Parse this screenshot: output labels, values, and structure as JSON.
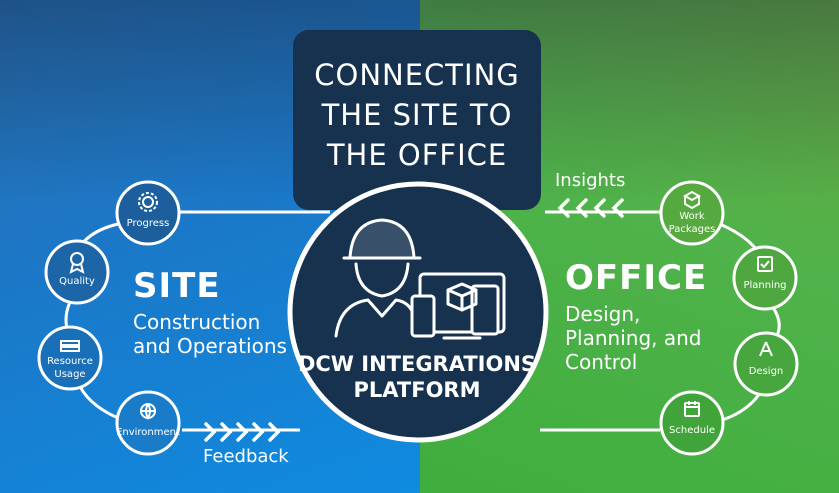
{
  "title": {
    "line1": "CONNECTING",
    "line2": "THE SITE TO",
    "line3": "THE OFFICE"
  },
  "site": {
    "heading": "SITE",
    "sub_line1": "Construction",
    "sub_line2": "and Operations",
    "nodes": [
      {
        "label1": "Progress",
        "label2": "",
        "icon": "gear-icon"
      },
      {
        "label1": "Quality",
        "label2": "",
        "icon": "award-ribbon-icon"
      },
      {
        "label1": "Resource",
        "label2": "Usage",
        "icon": "stacked-resources-icon"
      },
      {
        "label1": "Environment",
        "label2": "",
        "icon": "globe-icon"
      }
    ],
    "arrow_label": "Feedback"
  },
  "office": {
    "heading": "OFFICE",
    "sub_line1": "Design,",
    "sub_line2": "Planning, and",
    "sub_line3": "Control",
    "nodes": [
      {
        "label1": "Work",
        "label2": "Packages",
        "icon": "package-box-icon"
      },
      {
        "label1": "Planning",
        "label2": "",
        "icon": "checklist-icon"
      },
      {
        "label1": "Design",
        "label2": "",
        "icon": "compass-icon"
      },
      {
        "label1": "Schedule",
        "label2": "",
        "icon": "calendar-icon"
      }
    ],
    "arrow_label": "Insights"
  },
  "platform": {
    "line1": "DCW INTEGRATIONS",
    "line2": "PLATFORM",
    "icon": "worker-with-devices-icon"
  },
  "colors": {
    "site_blue": "#1b78c8",
    "office_green": "#4fb24a",
    "navy": "#16324f",
    "white": "#ffffff"
  }
}
